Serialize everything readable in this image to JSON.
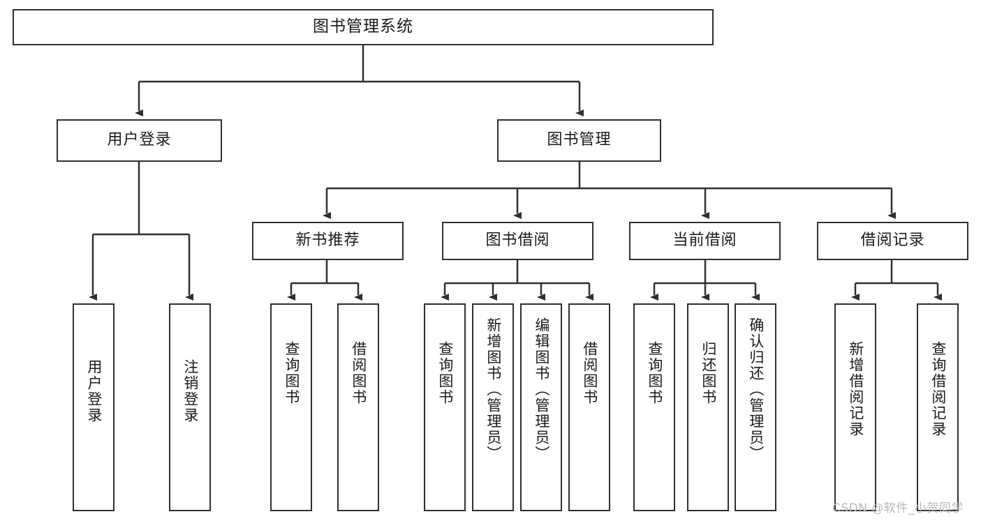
{
  "diagram": {
    "title": "图书管理系统",
    "type": "tree",
    "root": {
      "label": "图书管理系统"
    },
    "level1": [
      {
        "label": "用户登录"
      },
      {
        "label": "图书管理"
      }
    ],
    "level2": [
      {
        "label": "新书推荐",
        "parent": "图书管理"
      },
      {
        "label": "图书借阅",
        "parent": "图书管理"
      },
      {
        "label": "当前借阅",
        "parent": "图书管理"
      },
      {
        "label": "借阅记录",
        "parent": "图书管理"
      }
    ],
    "leaves": {
      "user_login": [
        {
          "label": "用户登录"
        },
        {
          "label": "注销登录"
        }
      ],
      "new_book_recommend": [
        {
          "label": "查询图书"
        },
        {
          "label": "借阅图书"
        }
      ],
      "book_borrow": [
        {
          "label": "查询图书"
        },
        {
          "label": "新增图书（管理员）"
        },
        {
          "label": "编辑图书（管理员）"
        },
        {
          "label": "借阅图书"
        }
      ],
      "current_borrow": [
        {
          "label": "查询图书"
        },
        {
          "label": "归还图书"
        },
        {
          "label": "确认归还（管理员）"
        }
      ],
      "borrow_record": [
        {
          "label": "新增借阅记录"
        },
        {
          "label": "查询借阅记录"
        }
      ]
    }
  },
  "watermark": {
    "text": "CSDN @软件_小贺同学"
  },
  "colors": {
    "stroke": "#2f2f2f",
    "background": "#ffffff",
    "text": "#1a1a1a",
    "watermark": "#b9b9b9"
  }
}
